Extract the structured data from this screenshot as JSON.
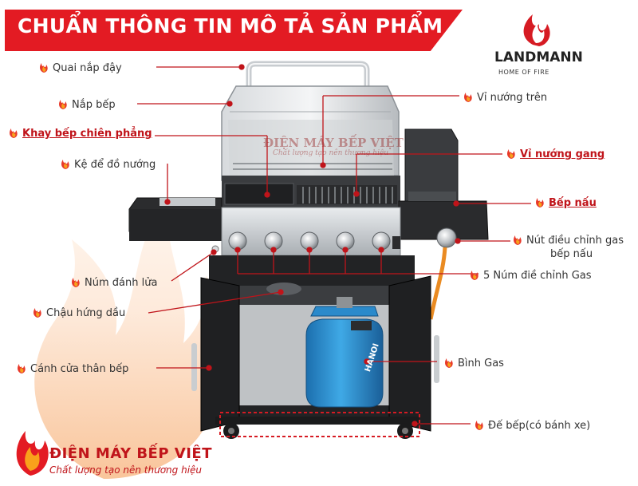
{
  "banner": {
    "title": "CHUẨN THÔNG TIN MÔ TẢ SẢN PHẨM"
  },
  "logo": {
    "brand": "LANDMANN",
    "tagline": "HOME OF FIRE"
  },
  "labels": {
    "handle": "Quai nắp đậy",
    "lid": "Nắp bếp",
    "griddle": "Khay bếp chiên phẳng",
    "side_shelf": "Kệ để đồ nướng",
    "ignition": "Núm đánh lửa",
    "grease_tray": "Chậu hứng dầu",
    "cabinet_door": "Cánh cửa thân bếp",
    "warming_rack": "Vỉ nướng trên",
    "cast_grate": "Vỉ nướng gang",
    "side_burner": "Bếp nấu",
    "gas_knob_line1": "Nút điều chỉnh gas",
    "gas_knob_line2": "bếp nấu",
    "five_knobs": "5 Núm điề chỉnh Gas",
    "gas_tank": "Bình Gas",
    "base": "Đế bếp(có bánh xe)"
  },
  "watermark": {
    "main": "ĐIỆN MÁY BẾP VIỆT",
    "sub": "Chất lượng tạo nên thương hiệu"
  },
  "tank_label": "HANOI",
  "brand_footer": {
    "name": "ĐIỆN MÁY BẾP VIỆT",
    "tagline": "Chất lượng tạo nên thương hiệu"
  },
  "colors": {
    "accent": "#e31b23",
    "label_highlight": "#c0141a",
    "leader": "#c0141a",
    "tank": "#2f9ad6"
  }
}
